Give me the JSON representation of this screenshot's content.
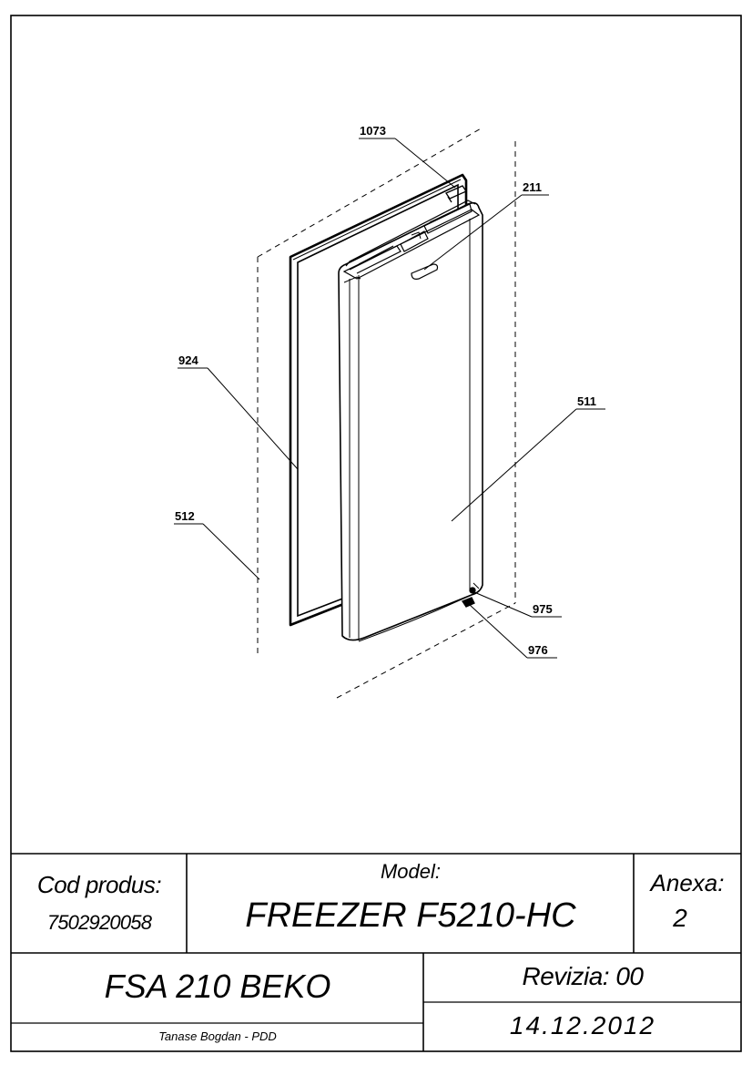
{
  "drawing": {
    "callouts": [
      {
        "id": "1073",
        "label": "1073"
      },
      {
        "id": "211",
        "label": "211"
      },
      {
        "id": "924",
        "label": "924"
      },
      {
        "id": "511",
        "label": "511"
      },
      {
        "id": "512",
        "label": "512"
      },
      {
        "id": "975",
        "label": "975"
      },
      {
        "id": "976",
        "label": "976"
      }
    ]
  },
  "title_block": {
    "cod_label": "Cod produs:",
    "cod_value": "7502920058",
    "model_label": "Model:",
    "model_value": "FREEZER F5210-HC",
    "anexa_label": "Anexa:",
    "anexa_value": "2",
    "product": "FSA 210 BEKO",
    "revision": "Revizia: 00",
    "author": "Tanase Bogdan - PDD",
    "date": "14.12.2012"
  }
}
